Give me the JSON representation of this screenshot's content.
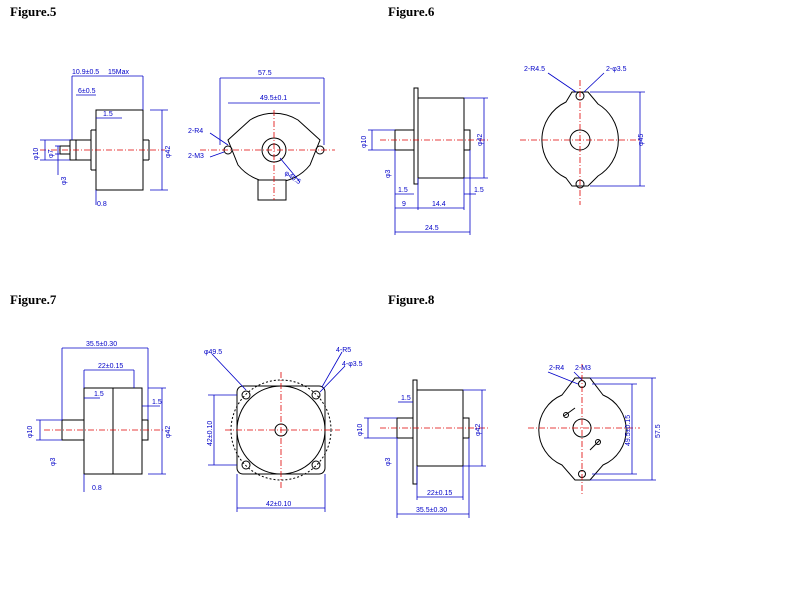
{
  "figures": [
    {
      "title": "Figure.5"
    },
    {
      "title": "Figure.6"
    },
    {
      "title": "Figure.7"
    },
    {
      "title": "Figure.8"
    }
  ],
  "fig5": {
    "side": {
      "d1": "10.9±0.5",
      "d2": "15Max",
      "d3": "6±0.5",
      "d4": "1.5",
      "d5": "φ10",
      "d6": "φ7",
      "d7": "φ3",
      "d8": "φ42",
      "d9": "0.8"
    },
    "front": {
      "d1": "57.5",
      "d2": "49.5±0.1",
      "d3": "2-R4",
      "d4": "2-M3",
      "d5": "φ40.5"
    }
  },
  "fig6": {
    "side": {
      "d1": "φ10",
      "d2": "φ3",
      "d3": "φ42",
      "d4": "1.5",
      "d5": "1.5",
      "d6": "9",
      "d7": "14.4",
      "d8": "24.5"
    },
    "front": {
      "d1": "2-R4.5",
      "d2": "2-φ3.5",
      "d3": "φ45"
    }
  },
  "fig7": {
    "side": {
      "d1": "35.5±0.30",
      "d2": "22±0.15",
      "d3": "1.5",
      "d4": "1.5",
      "d5": "φ10",
      "d6": "φ3",
      "d7": "φ42",
      "d8": "0.8"
    },
    "front": {
      "d1": "φ49.5",
      "d2": "4-R5",
      "d3": "4-φ3.5",
      "d4": "42±0.10",
      "d5": "42±0.10"
    }
  },
  "fig8": {
    "side": {
      "d1": "1.5",
      "d2": "φ10",
      "d3": "φ3",
      "d4": "φ42",
      "d5": "22±0.15",
      "d6": "35.5±0.30"
    },
    "front": {
      "d1": "2-R4",
      "d2": "2-M3",
      "d3": "49.5±0.15",
      "d4": "57.5"
    }
  }
}
